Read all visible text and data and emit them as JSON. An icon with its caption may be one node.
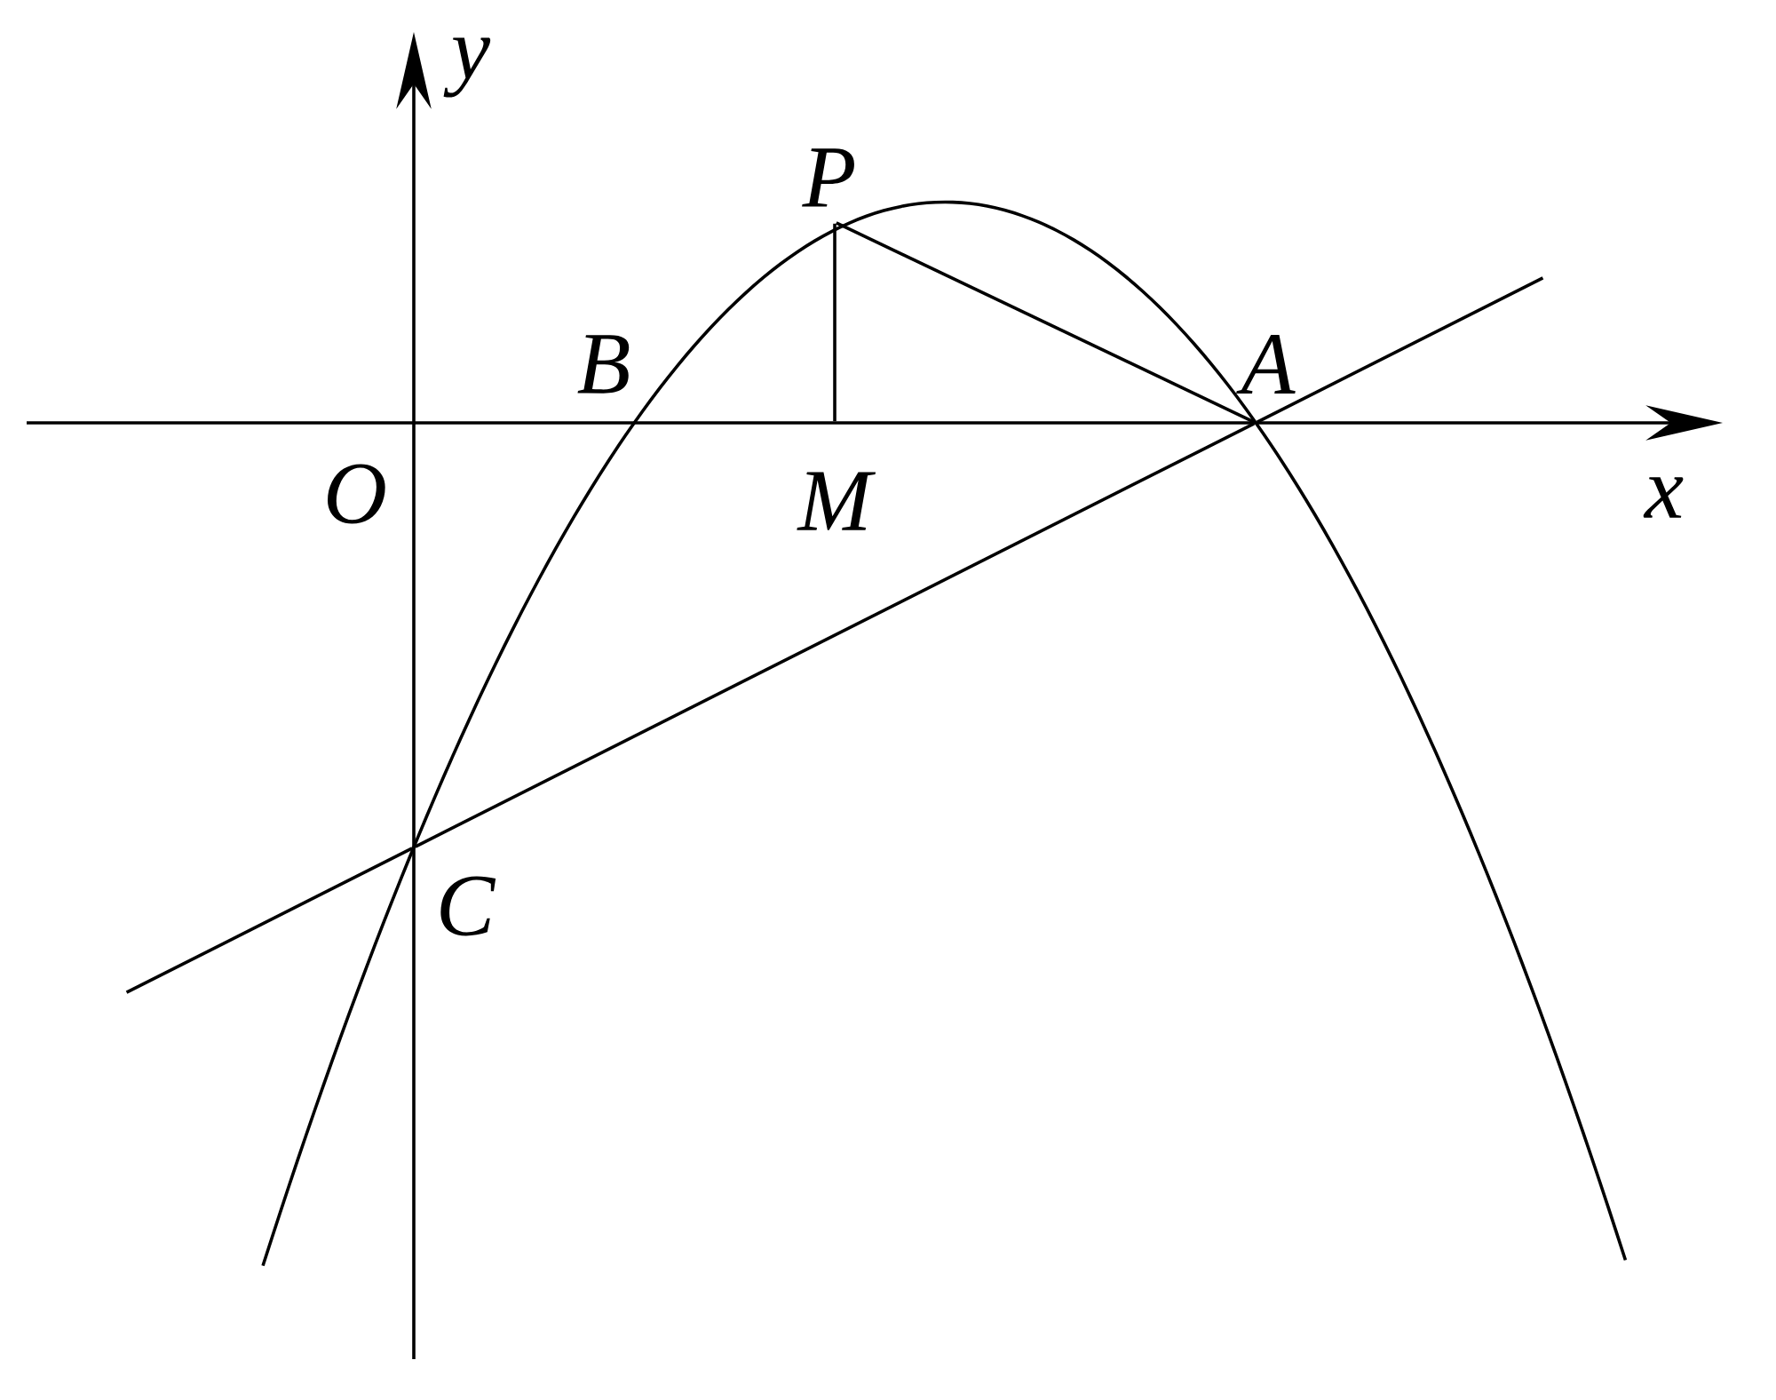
{
  "diagram": {
    "nodes": [
      {
        "text": [],
        "shape": "point",
        "beside": [
          "P"
        ]
      },
      {
        "text": [],
        "shape": "point",
        "beside": [
          "M"
        ]
      },
      {
        "text": [],
        "shape": "point",
        "beside": [
          "A"
        ]
      },
      {
        "text": [],
        "shape": "point",
        "beside": [
          "C"
        ]
      },
      {
        "text": [],
        "shape": "point",
        "beside": [
          "B"
        ]
      }
    ],
    "edges": [
      {
        "from": 0,
        "to": 1,
        "arrow": "none"
      },
      {
        "from": 0,
        "to": 2,
        "arrow": "none"
      },
      {
        "from": 3,
        "to": 2,
        "arrow": "none"
      }
    ],
    "labels": [
      "y",
      "O",
      "x"
    ]
  }
}
